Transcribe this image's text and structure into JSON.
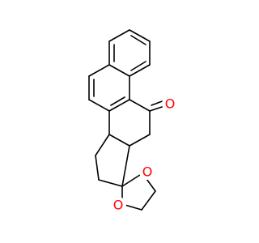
{
  "molecule": {
    "atom_labels": {
      "carbonyl_oxygen": "O",
      "ketal_oxygen_upper": "O",
      "ketal_oxygen_lower": "O"
    },
    "colors": {
      "bond": "#000000",
      "oxygen": "#ff0000",
      "background": "#ffffff"
    }
  }
}
